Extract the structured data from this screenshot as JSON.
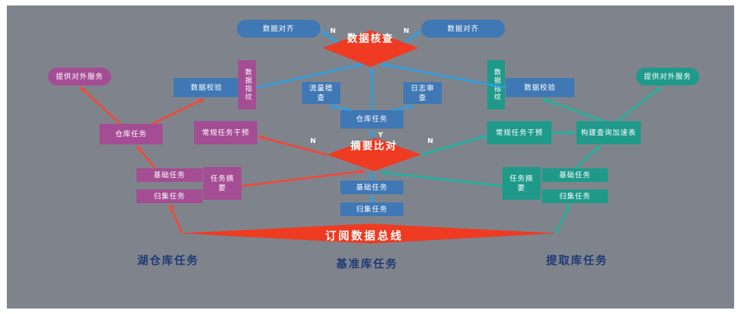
{
  "diagram": {
    "sections": {
      "lake": "湖仓库任务",
      "base": "基准库任务",
      "extract": "提取库任务"
    },
    "bus": "订阅数据总线",
    "decisions": {
      "data_check": "数据核查",
      "summary_compare": "摘要比对"
    },
    "edge_labels": {
      "n": "N",
      "y": "Y"
    },
    "lake_nodes": {
      "provide_service": "提供对外服务",
      "data_verify": "数据校验",
      "data_fingerprint": "数据指纹",
      "warehouse_task": "仓库任务",
      "regular_intervention": "常规任务干预",
      "base_task": "基础任务",
      "collect_task": "归集任务",
      "task_summary": "任务摘要"
    },
    "base_nodes": {
      "data_align_left": "数据对齐",
      "data_align_right": "数据对齐",
      "traffic_check": "流量稽查",
      "log_audit": "日志审查",
      "warehouse_task": "仓库任务",
      "base_task": "基础任务",
      "collect_task": "归集任务"
    },
    "extract_nodes": {
      "provide_service": "提供对外服务",
      "data_verify": "数据校验",
      "data_fingerprint": "数据指纹",
      "regular_intervention": "常规任务干预",
      "build_query": "构建查询加速表",
      "base_task": "基础任务",
      "collect_task": "归集任务",
      "task_summary": "任务摘要"
    },
    "colors": {
      "lake": "#a44d94",
      "base": "#3f78b4",
      "extract": "#1f9a8a",
      "decision": "#ee3b22",
      "arrow_red": "#ee4a3a",
      "arrow_blue": "#2f9ee0",
      "arrow_teal": "#1fb4a0",
      "background": "#7f848c",
      "section_title": "#1e3a78"
    }
  }
}
